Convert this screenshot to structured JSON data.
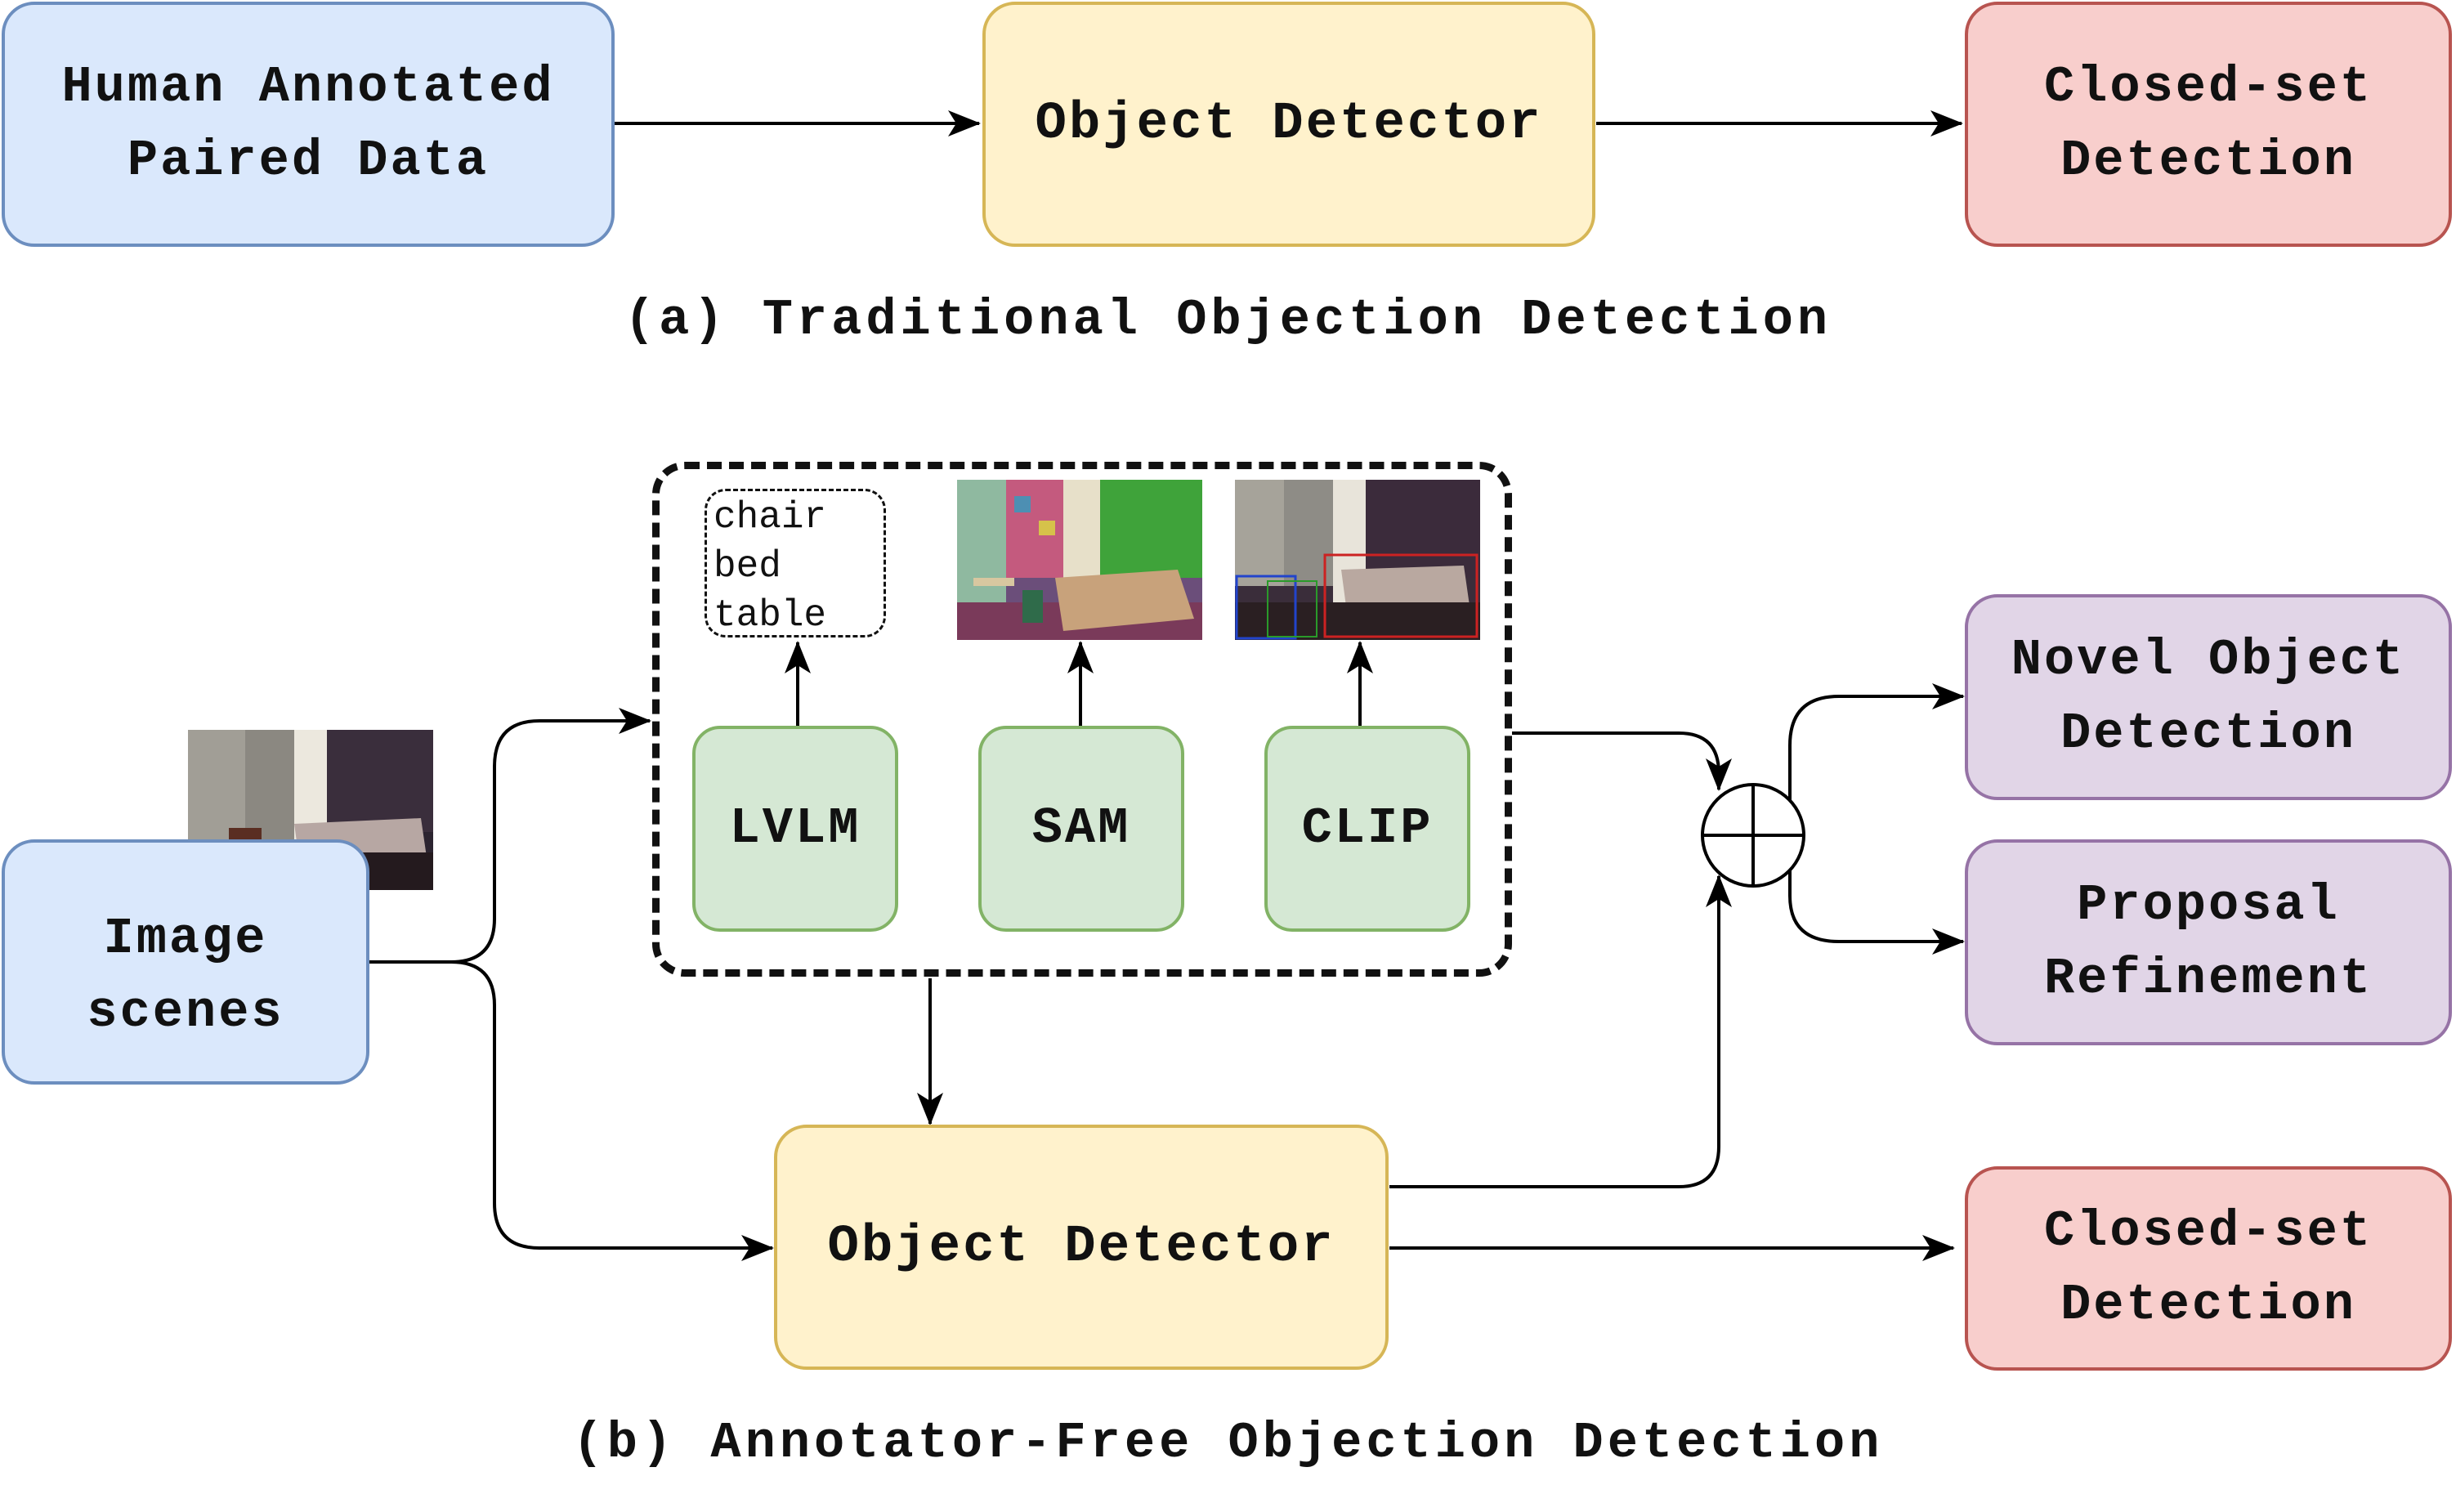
{
  "section_a": {
    "input_box": [
      "Human Annotated",
      "Paired Data"
    ],
    "detector_box": [
      "Object Detector"
    ],
    "output_box": [
      "Closed-set",
      "Detection"
    ],
    "caption": "(a) Traditional Objection Detection"
  },
  "section_b": {
    "input_box": [
      "Image",
      "scenes"
    ],
    "label_list": [
      "chair",
      "bed",
      "table"
    ],
    "models": [
      "LVLM",
      "SAM",
      "CLIP"
    ],
    "detector_box": [
      "Object Detector"
    ],
    "novel_box": [
      "Novel Object",
      "Detection"
    ],
    "refine_box": [
      "Proposal",
      "Refinement"
    ],
    "closed_box": [
      "Closed-set",
      "Detection"
    ],
    "caption": "(b) Annotator-Free Objection Detection"
  },
  "icons": [
    "plus-circle-icon"
  ],
  "colors": {
    "blue_fill": "#dae8fc",
    "blue_border": "#6c8ebf",
    "yellow_fill": "#fff2cc",
    "yellow_border": "#d6b656",
    "red_fill": "#f8cecc",
    "red_border": "#b85450",
    "green_fill": "#d5e8d4",
    "green_border": "#82b366",
    "purple_fill": "#e1d5e7",
    "purple_border": "#9673a6"
  }
}
